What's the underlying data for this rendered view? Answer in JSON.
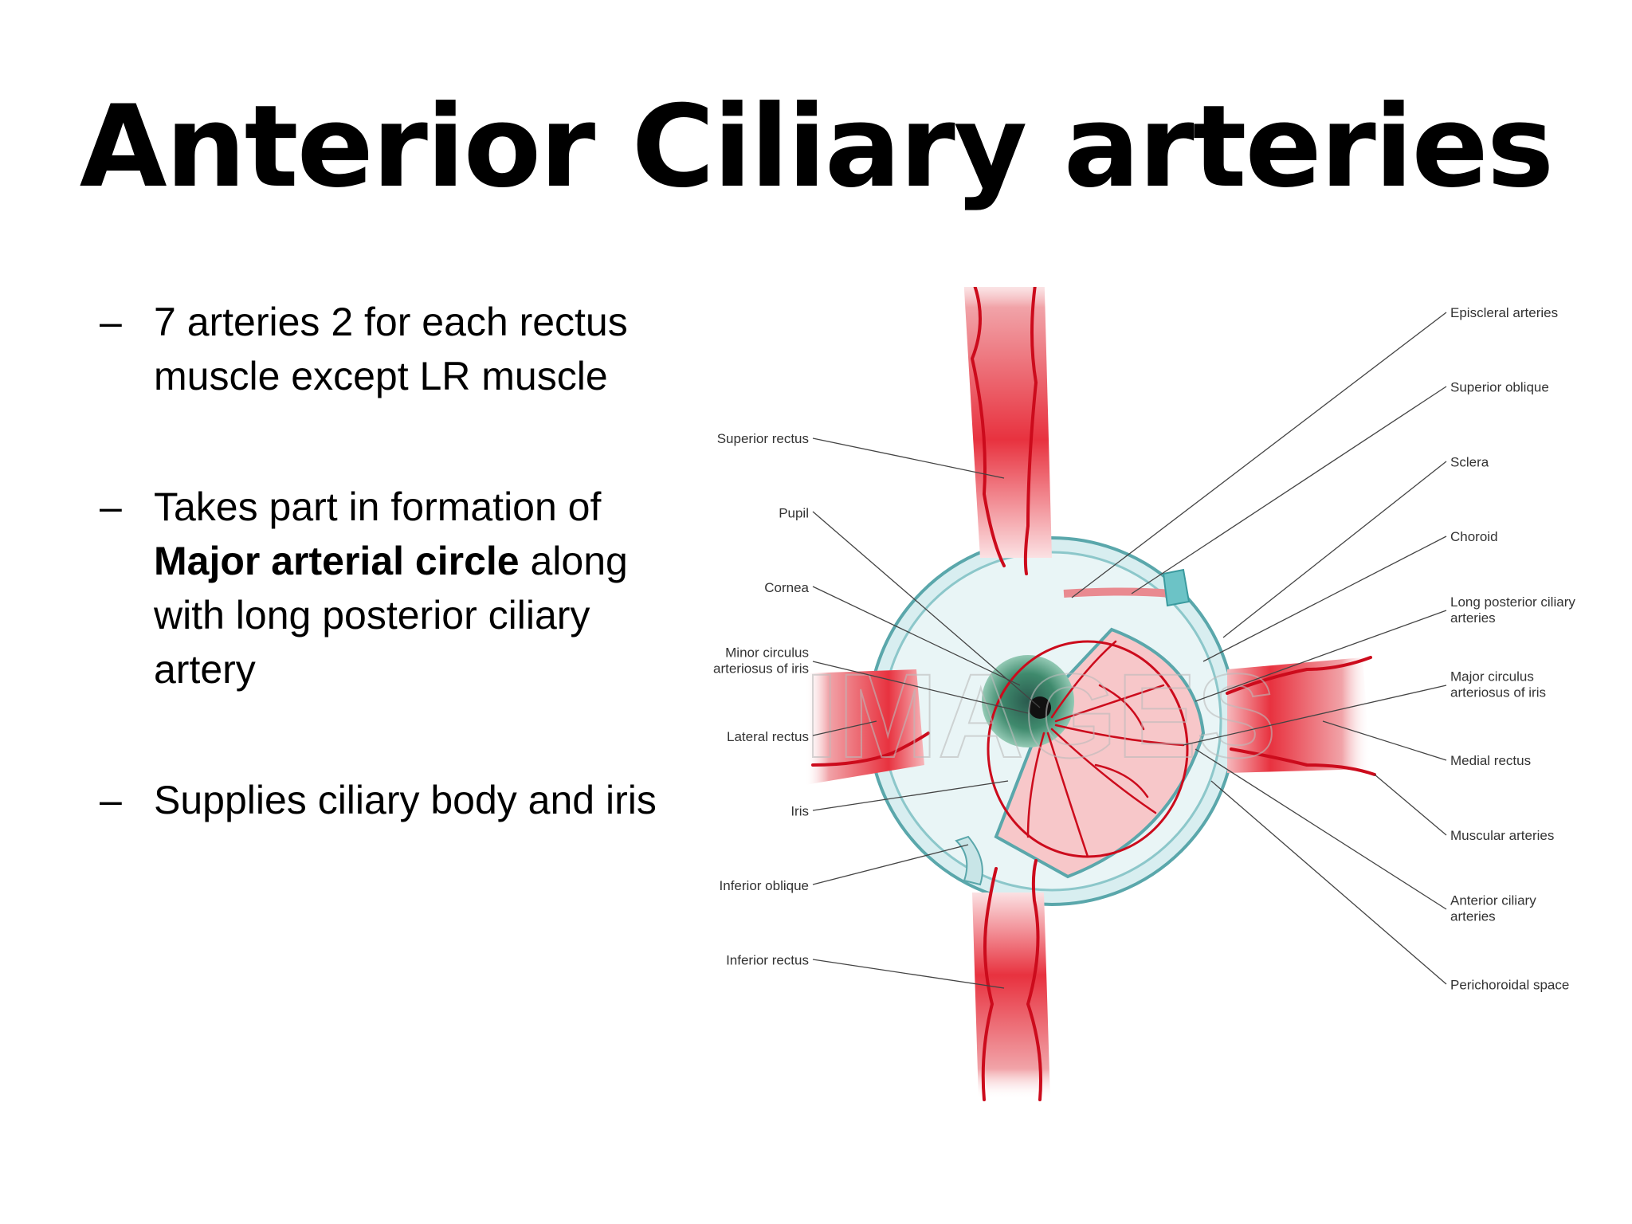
{
  "slide": {
    "title": "Anterior Ciliary arteries",
    "bullets": [
      {
        "marker": "–",
        "parts": [
          {
            "text": "7 arteries 2 for each rectus muscle except LR muscle",
            "bold": false
          }
        ]
      },
      {
        "marker": "–",
        "parts": [
          {
            "text": "Takes part in formation of ",
            "bold": false
          },
          {
            "text": "Major arterial circle",
            "bold": true
          },
          {
            "text": " along with long posterior ciliary artery",
            "bold": false
          }
        ]
      },
      {
        "marker": "–",
        "parts": [
          {
            "text": "Supplies ciliary body and iris",
            "bold": false
          }
        ]
      }
    ]
  },
  "diagram": {
    "watermark": "IMAGES",
    "left_labels": [
      "Superior rectus",
      "Pupil",
      "Cornea",
      "Minor circulus arteriosus of iris",
      "Lateral rectus",
      "Iris",
      "Inferior oblique",
      "Inferior rectus"
    ],
    "right_labels": [
      "Episcleral arteries",
      "Superior oblique",
      "Sclera",
      "Choroid",
      "Long posterior ciliary arteries",
      "Major circulus arteriosus of iris",
      "Medial rectus",
      "Muscular arteries",
      "Anterior ciliary arteries",
      "Perichoroidal space"
    ],
    "colors": {
      "muscle": "#e8323f",
      "artery": "#cc0b1c",
      "globe": "#d8eef0",
      "globe_edge": "#5aa7ab",
      "leader": "#444444"
    }
  }
}
